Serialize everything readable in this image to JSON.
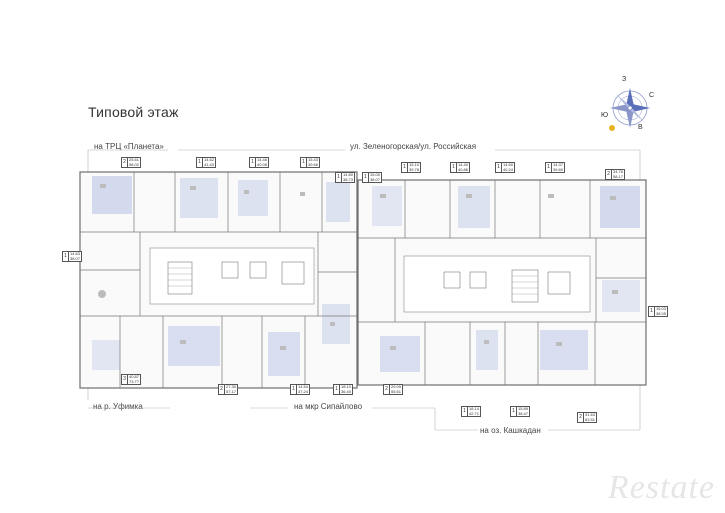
{
  "title": "Типовой этаж",
  "orientation": {
    "top_left": "на ТРЦ «Планета»",
    "top_right": "ул. Зеленогорская/ул. Российская",
    "bottom_left": "на р. Уфимка",
    "bottom_center": "на мкр Сипайлово",
    "bottom_right": "на оз. Кашкадан"
  },
  "compass": {
    "north": "З",
    "east": "С",
    "south": "В",
    "west": "Ю",
    "accent": "#e6b422"
  },
  "colors": {
    "line": "#6e6e6e",
    "highlight": "#c9d2ea",
    "accent_blue": "#5a6fb8"
  },
  "units": [
    {
      "rooms": "2",
      "living": "25.61",
      "total": "58.02"
    },
    {
      "rooms": "1",
      "living": "14.62",
      "total": "41.43"
    },
    {
      "rooms": "1",
      "living": "14.46",
      "total": "40.08"
    },
    {
      "rooms": "1",
      "living": "15.43",
      "total": "39.66"
    },
    {
      "rooms": "1",
      "living": "14.80",
      "total": "38.73"
    },
    {
      "rooms": "1",
      "living": "15.00",
      "total": "38.07"
    },
    {
      "rooms": "1",
      "living": "15.10",
      "total": "39.78"
    },
    {
      "rooms": "1",
      "living": "14.40",
      "total": "40.86"
    },
    {
      "rooms": "1",
      "living": "14.60",
      "total": "40.24"
    },
    {
      "rooms": "1",
      "living": "14.37",
      "total": "39.60"
    },
    {
      "rooms": "2",
      "living": "34.76",
      "total": "58.17"
    },
    {
      "rooms": "1",
      "living": "14.63",
      "total": "38.07"
    },
    {
      "rooms": "1",
      "living": "15.03",
      "total": "38.05"
    },
    {
      "rooms": "3",
      "living": "40.87",
      "total": "73.77"
    },
    {
      "rooms": "2",
      "living": "27.30",
      "total": "57.17"
    },
    {
      "rooms": "1",
      "living": "14.54",
      "total": "37.24"
    },
    {
      "rooms": "1",
      "living": "18.10",
      "total": "36.40"
    },
    {
      "rooms": "2",
      "living": "29.09",
      "total": "55.61"
    },
    {
      "rooms": "1",
      "living": "18.14",
      "total": "42.71"
    },
    {
      "rooms": "1",
      "living": "15.89",
      "total": "38.47"
    },
    {
      "rooms": "2",
      "living": "31.63",
      "total": "63.51"
    }
  ],
  "watermark": "Restate"
}
